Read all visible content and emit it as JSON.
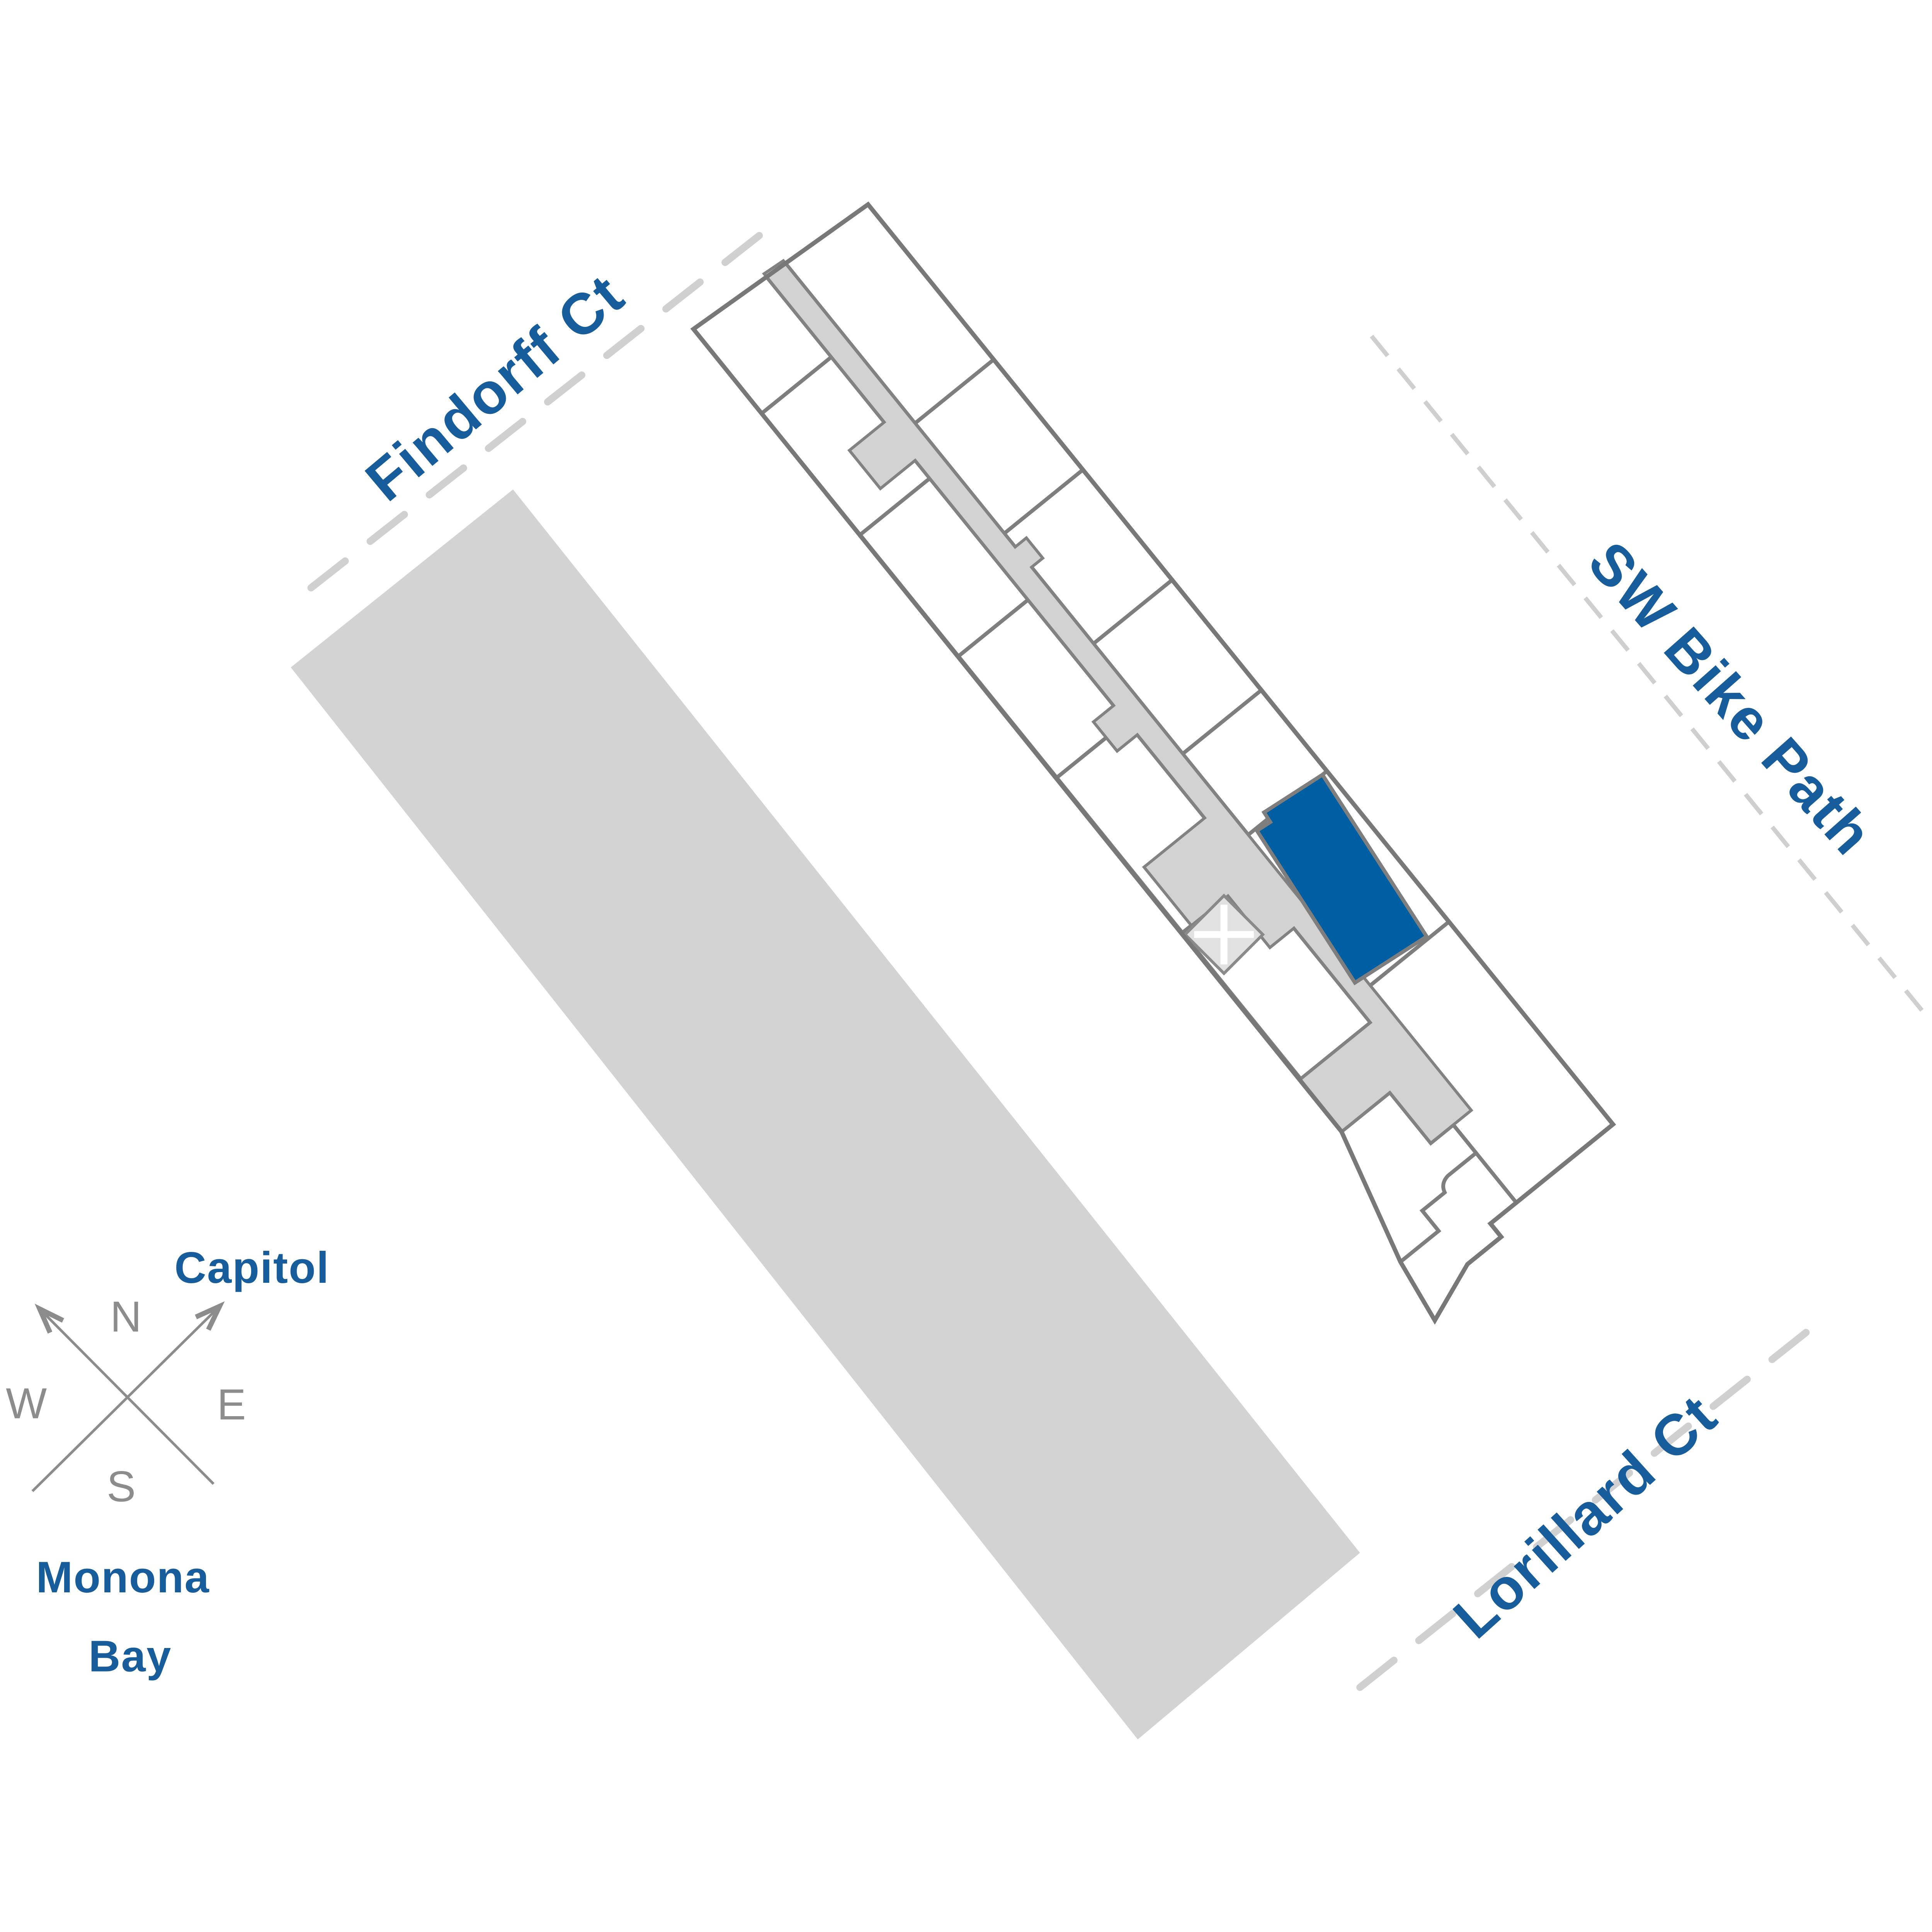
{
  "colors": {
    "accent_blue": "#005EA2",
    "label_blue": "#175C9B",
    "compass_gray": "#8C8C8C",
    "outline_gray": "#7E7E7E",
    "corridor_gray": "#D2D2D2",
    "dash_gray": "#D0D0D0",
    "rail_gray": "#D3D3D3"
  },
  "streets": {
    "findorff": {
      "label": "Findorff Ct"
    },
    "sw_bike_path": {
      "label": "SW Bike Path"
    },
    "lorillard": {
      "label": "Lorillard Ct"
    }
  },
  "landmarks": {
    "capitol": {
      "label": "Capitol"
    },
    "monona_bay": {
      "line1": "Monona",
      "line2": "Bay"
    }
  },
  "compass": {
    "north": "N",
    "east": "E",
    "south": "S",
    "west": "W"
  },
  "building": {
    "icons": {
      "stair_core": "x-cross-icon"
    }
  }
}
